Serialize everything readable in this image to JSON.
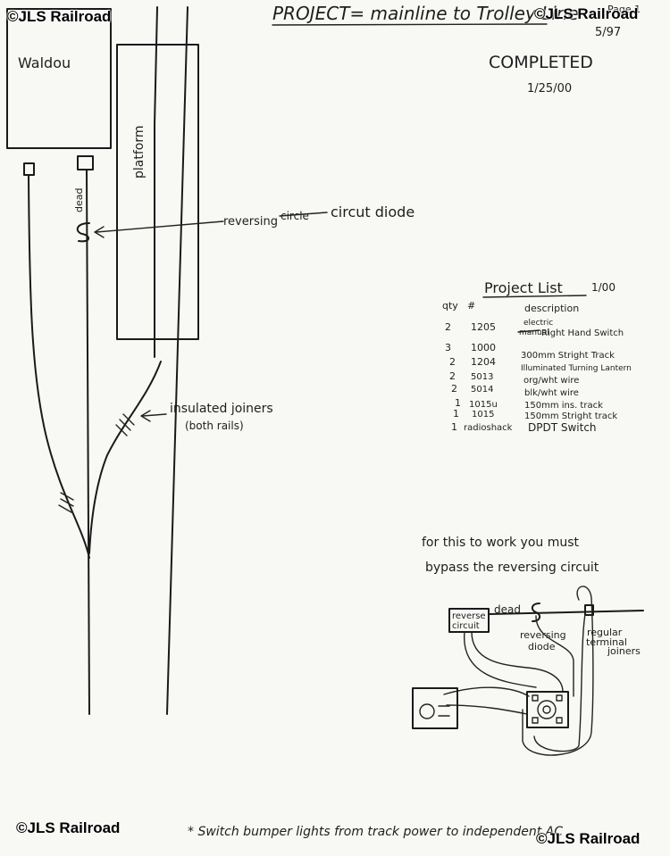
{
  "watermarks": {
    "top_left": "©JLS Railroad",
    "top_right": "©JLS Railroad",
    "bottom_left": "©JLS Railroad",
    "bottom_right": "©JLS Railroad"
  },
  "header": {
    "title": "PROJECT= mainline to Trolley Line",
    "page": "Page 1",
    "date": "5/97",
    "status": "COMPLETED",
    "completed_date": "1/25/00"
  },
  "layout_labels": {
    "station": "Waldou",
    "platform": "platform",
    "dead": "dead",
    "reversing_prefix": "reversing",
    "reversing_struck": "circle",
    "reversing_suffix": "circut diode",
    "insulated_joiners": "insulated joiners",
    "both_rails": "(both rails)"
  },
  "project_list": {
    "title": "Project List",
    "title_date": "1/00",
    "columns": [
      "qty",
      "#",
      "description"
    ],
    "rows": [
      {
        "qty": "2",
        "num": "1205",
        "desc": "Right Hand Switch",
        "desc_over": "electric",
        "desc_struck": "manual"
      },
      {
        "qty": "3",
        "num": "1000",
        "desc": "300mm Stright Track"
      },
      {
        "qty": "2",
        "num": "1204",
        "desc": "Illuminated Turning Lantern"
      },
      {
        "qty": "2",
        "num": "5013",
        "desc": "org/wht wire"
      },
      {
        "qty": "2",
        "num": "5014",
        "desc": "blk/wht wire"
      },
      {
        "qty": "1",
        "num": "1015u",
        "desc": "150mm ins. track"
      },
      {
        "qty": "1",
        "num": "1015",
        "desc": "150mm Stright track"
      },
      {
        "qty": "1",
        "num": "radioshack",
        "desc": "DPDT Switch"
      }
    ]
  },
  "bypass": {
    "note_line1": "for this to work you must",
    "note_line2": "bypass the reversing circuit",
    "dead": "dead",
    "reverse_circuit_1": "reverse",
    "reverse_circuit_2": "circuit",
    "reversing_diode_1": "reversing",
    "reversing_diode_2": "diode",
    "regular_1": "regular",
    "regular_2": "terminal",
    "regular_3": "joiners"
  },
  "footer_note": "* Switch bumper lights from track power to independent AC"
}
